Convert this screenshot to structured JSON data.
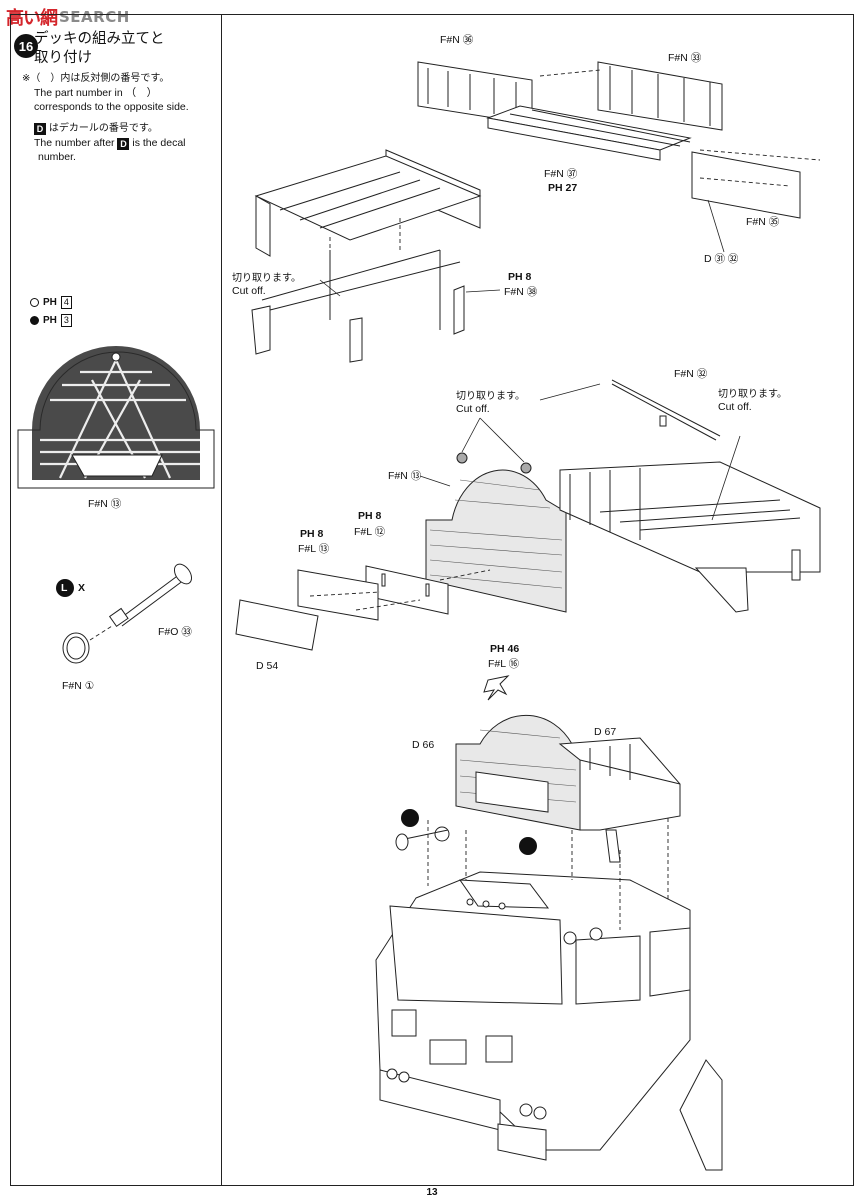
{
  "watermark": {
    "logo": "高い網",
    "text": "SEARCH"
  },
  "step": {
    "number": "16",
    "title_line1": "デッキの組み立てと",
    "title_line2": "取り付け"
  },
  "notes": {
    "opposite_jp": "※（　）内は反対側の番号です。",
    "opposite_en1": "The part number in （　）",
    "opposite_en2": "corresponds to the opposite side.",
    "decal_jp": "はデカールの番号です。",
    "decal_en1a": "The number after",
    "decal_en1b": "is the decal",
    "decal_en2": "number.",
    "d_mark": "D"
  },
  "legend": [
    {
      "marker": "○",
      "part": "PH",
      "num": "4"
    },
    {
      "marker": "●",
      "part": "PH",
      "num": "3"
    }
  ],
  "labels": {
    "fn13_left": "F#N ⑬",
    "fo33": "F#O ㉝",
    "fn1": "F#N ①",
    "l_mark": "L",
    "x_mark": "X",
    "fn36": "F#N ㊱",
    "fn33": "F#N ㉝",
    "fn37": "F#N ㊲",
    "ph27": "PH 27",
    "fn35": "F#N ㉟",
    "d31_32": "D ㉛ ㉜",
    "cutoff_jp1": "切り取ります。",
    "cutoff_en1": "Cut off.",
    "ph8_a": "PH 8",
    "fn38": "F#N ㊳",
    "fn32": "F#N ㉜",
    "cutoff_jp2": "切り取ります。",
    "cutoff_en2": "Cut off.",
    "cutoff_jp3": "切り取ります。",
    "cutoff_en3": "Cut off.",
    "fn13_mid": "F#N ⑬",
    "ph8_b": "PH 8",
    "fl12": "F#L ⑫",
    "ph8_c": "PH 8",
    "fl13": "F#L ⑬",
    "d54": "D 54",
    "ph46": "PH 46",
    "fl16": "F#L ⑯",
    "d66": "D 66",
    "d67": "D 67"
  },
  "page_number": "13"
}
